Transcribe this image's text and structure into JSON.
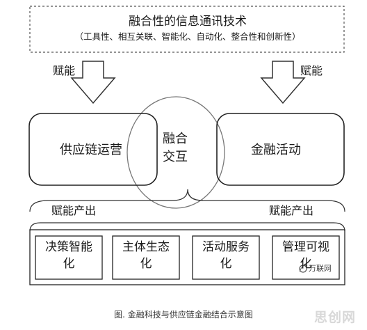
{
  "top_box": {
    "title": "融合性的信息通讯技术",
    "subtitle": "（工具性、相互关联、智能化、自动化、整合性和创新性）"
  },
  "arrow_labels": [
    "赋能",
    "赋能"
  ],
  "left_box": "供应链运营",
  "right_box": "金融活动",
  "overlap": [
    "融合",
    "交互"
  ],
  "output_labels": [
    "赋能产出",
    "赋能产出"
  ],
  "bottom_boxes": [
    [
      "决策智能",
      "化"
    ],
    [
      "主体生态",
      "化"
    ],
    [
      "活动服务",
      "化"
    ],
    [
      "管理可视",
      "化"
    ]
  ],
  "watermark": "万联网",
  "caption": "图. 金融科技与供应链金融结合示意图",
  "corner_logo": "思创网"
}
